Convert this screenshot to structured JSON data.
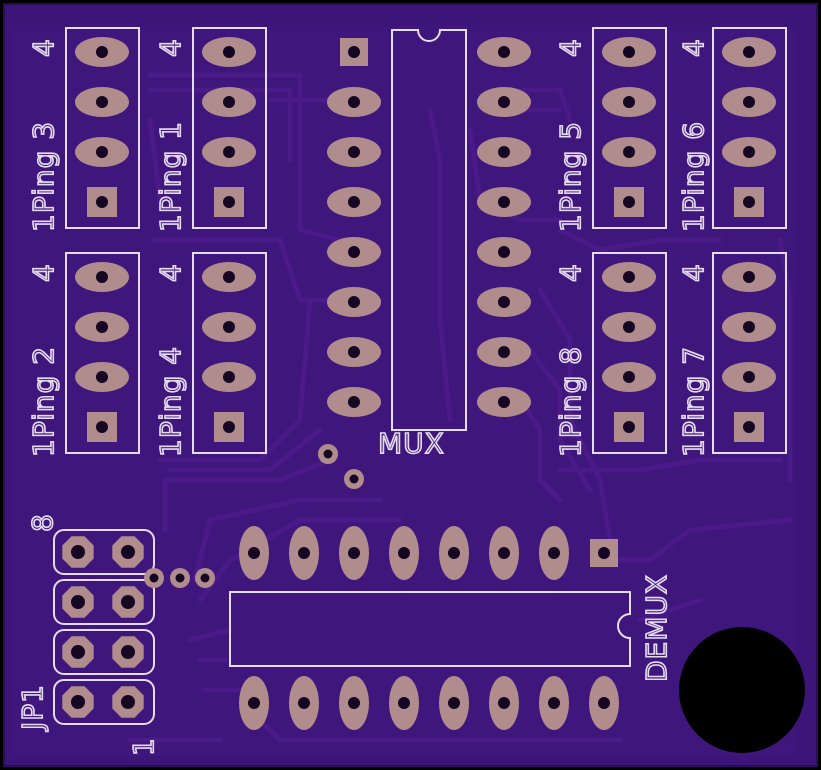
{
  "board": {
    "colors": {
      "background": "#000000",
      "board": "#3d1478",
      "trace": "#4a1a88",
      "copper_pad": "#b08c8c",
      "silkscreen": "#e6dcf0",
      "drill": "#150624"
    }
  },
  "ping_headers": [
    {
      "label": "1Ping 3",
      "pin_top": "4"
    },
    {
      "label": "1Ping 1",
      "pin_top": "4"
    },
    {
      "label": "1Ping 5",
      "pin_top": "4"
    },
    {
      "label": "1Ping 6",
      "pin_top": "4"
    },
    {
      "label": "1Ping 2",
      "pin_top": "4"
    },
    {
      "label": "1Ping 4",
      "pin_top": "4"
    },
    {
      "label": "1Ping 8",
      "pin_top": "4"
    },
    {
      "label": "1Ping 7",
      "pin_top": "4"
    }
  ],
  "chips": {
    "mux_label": "MUX",
    "demux_label": "DEMUX"
  },
  "jp1": {
    "label": "JP1",
    "pin_top": "8",
    "pin_bottom": "1"
  }
}
